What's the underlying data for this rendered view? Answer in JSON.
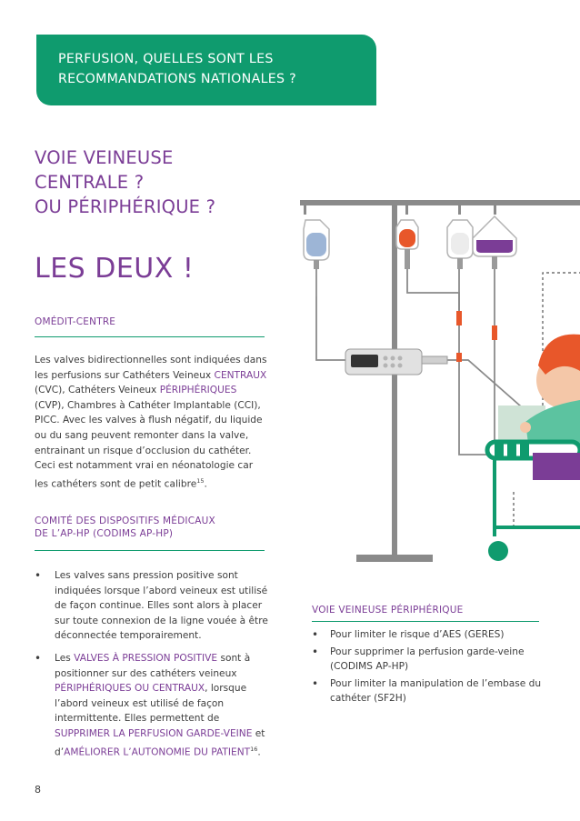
{
  "banner": {
    "line1": "PERFUSION, QUELLES SONT LES",
    "line2": "RECOMMANDATIONS NATIONALES ?"
  },
  "title": {
    "line1": "VOIE VEINEUSE",
    "line2": "CENTRALE ?",
    "line3": "OU PÉRIPHÉRIQUE ?"
  },
  "answer": "LES DEUX !",
  "omedit": {
    "heading": "OMÉDIT-CENTRE",
    "p1": "Les valves bidirectionnelles sont indiquées dans les perfusions sur Cathéters Veineux ",
    "centraux": "CENTRAUX",
    "p2": " (CVC), Cathéters Veineux ",
    "peripheriques": "PÉRIPHÉRIQUES",
    "p3": " (CVP), Chambres à Cathéter Implantable (CCI), PICC. Avec les valves à flush négatif, du liquide ou du sang peuvent remonter dans la valve, entrainant un risque d’occlusion du cathéter. Ceci est notamment vrai en néonatologie car les cathéters sont de petit calibre",
    "ref": "15",
    "end": "."
  },
  "codims": {
    "heading_line1": "COMITÉ DES DISPOSITIFS MÉDICAUX",
    "heading_line2": "DE L’AP-HP (CODIMS AP-HP)",
    "bullet1": "Les valves sans pression positive sont indiquées lorsque l’abord veineux est utilisé de façon continue. Elles sont alors à placer sur toute connexion de la ligne vouée à être déconnectée temporairement.",
    "b2_a": "Les ",
    "b2_valves": "VALVES À PRESSION POSITIVE",
    "b2_b": " sont à positionner sur des cathéters veineux ",
    "b2_periph": "PÉRIPHÉRIQUES OU CENTRAUX",
    "b2_c": ", lorsque l’abord veineux est utilisé de façon intermittente. Elles permettent de ",
    "b2_supprimer": "SUPPRIMER LA PERFUSION GARDE-VEINE",
    "b2_d": " et d’",
    "b2_ameliorer": "AMÉLIORER L’AUTONOMIE DU PATIENT",
    "b2_ref": "16",
    "b2_end": "."
  },
  "peripherique": {
    "heading": "VOIE VEINEUSE PÉRIPHÉRIQUE",
    "items": [
      "Pour limiter le risque d’AES (GERES)",
      "Pour supprimer la perfusion garde-veine (CODIMS AP-HP)",
      "Pour limiter la manipulation de l’embase du cathéter (SF2H)"
    ]
  },
  "page_number": "8",
  "colors": {
    "green": "#0f9b6e",
    "purple": "#7b3d96",
    "text": "#3d3d3d",
    "orange": "#e8572a",
    "blue_bag": "#9db5d6"
  }
}
